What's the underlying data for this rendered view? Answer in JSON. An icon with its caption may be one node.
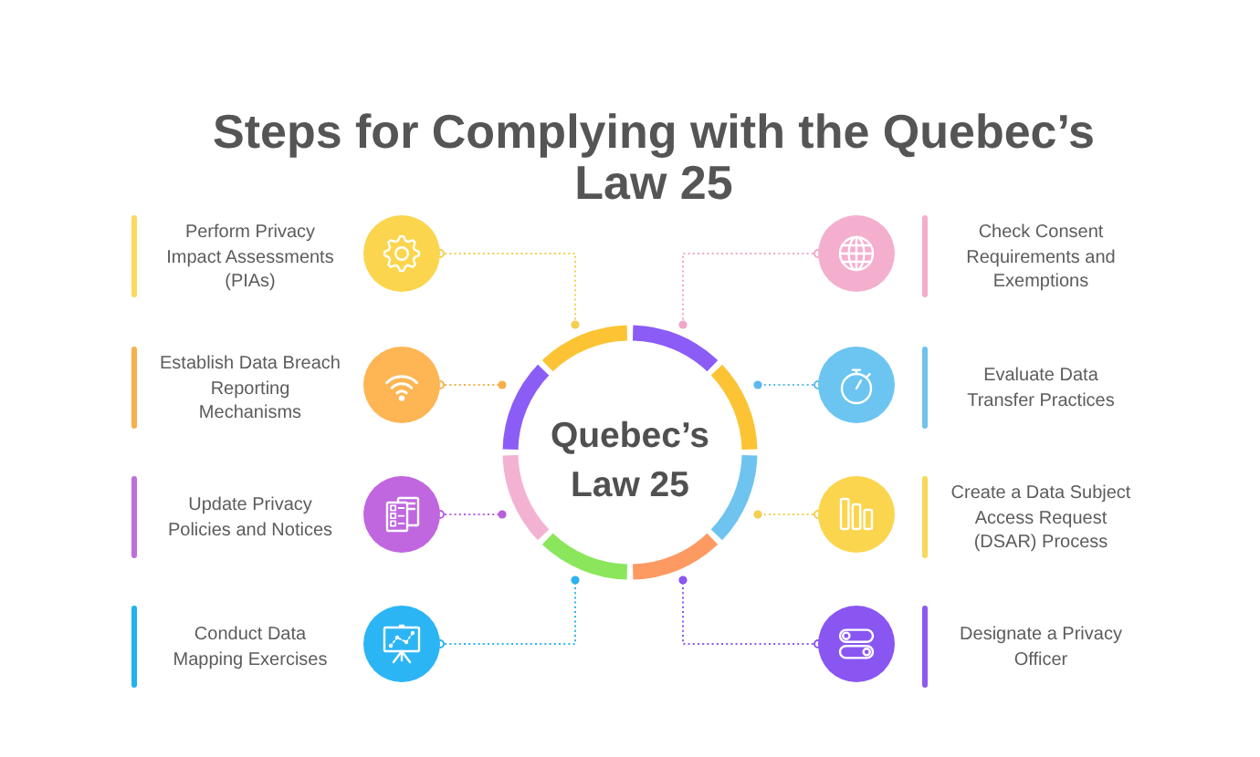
{
  "diagram": {
    "title": "Steps for Complying with the Quebec’s Law 25",
    "nodes": [
      {
        "text": [
          "Quebec’s Law 25"
        ]
      },
      {
        "text": [],
        "shape": "circle",
        "beside": [
          "Perform Privacy Impact Assessments (PIAs)"
        ]
      },
      {
        "text": [],
        "shape": "circle",
        "beside": [
          "Check Consent Requirements and Exemptions"
        ]
      },
      {
        "text": [],
        "shape": "circle",
        "beside": [
          "Establish Data Breach Reporting Mechanisms"
        ]
      },
      {
        "text": [],
        "shape": "circle",
        "beside": [
          "Evaluate Data Transfer Practices"
        ]
      },
      {
        "text": [],
        "shape": "circle",
        "beside": [
          "Update Privacy Policies and Notices"
        ]
      },
      {
        "text": [],
        "shape": "circle",
        "beside": [
          "Create a Data Subject Access Request (DSAR) Process"
        ]
      },
      {
        "text": [],
        "shape": "circle",
        "beside": [
          "Conduct Data Mapping Exercises"
        ]
      },
      {
        "text": [],
        "shape": "circle",
        "beside": [
          "Designate a Privacy Officer"
        ]
      }
    ],
    "edges": [
      {
        "from": 1,
        "to": 0,
        "arrow": "other",
        "style": "dashed",
        "color": "#f2cf4f"
      },
      {
        "from": 2,
        "to": 0,
        "arrow": "other",
        "style": "dashed",
        "color": "#f0a6c8"
      },
      {
        "from": 3,
        "to": 0,
        "arrow": "other",
        "style": "dashed",
        "color": "#f7b04a"
      },
      {
        "from": 4,
        "to": 0,
        "arrow": "other",
        "style": "dashed",
        "color": "#5db9ea"
      },
      {
        "from": 5,
        "to": 0,
        "arrow": "other",
        "style": "dashed",
        "color": "#b85fdc"
      },
      {
        "from": 6,
        "to": 0,
        "arrow": "other",
        "style": "dashed",
        "color": "#f2cf4f"
      },
      {
        "from": 7,
        "to": 0,
        "arrow": "other",
        "style": "dashed",
        "color": "#2cb2ef"
      },
      {
        "from": 8,
        "to": 0,
        "arrow": "other",
        "style": "dashed",
        "color": "#8a56f1"
      }
    ]
  }
}
